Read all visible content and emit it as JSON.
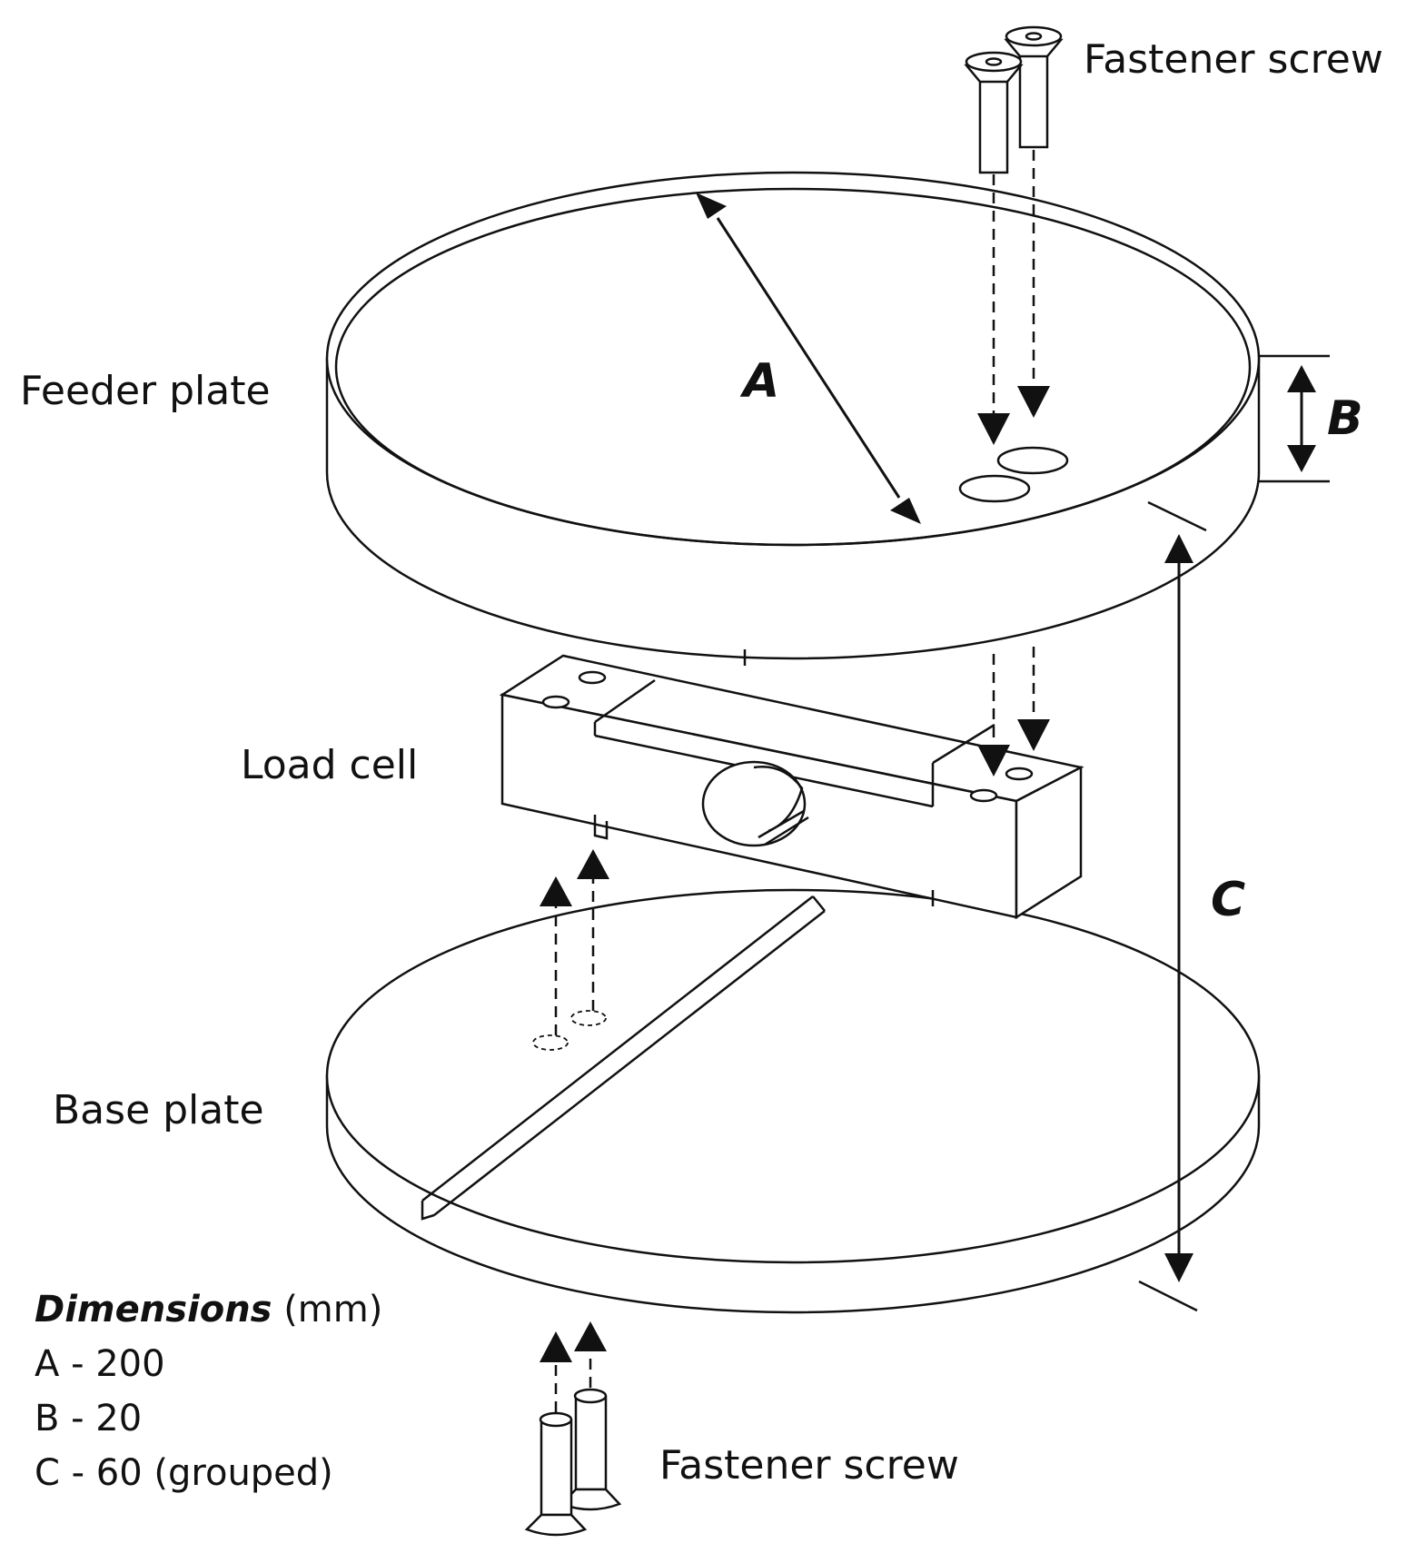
{
  "labels": {
    "fastener_top": "Fastener screw",
    "feeder_plate": "Feeder plate",
    "load_cell": "Load cell",
    "base_plate": "Base plate",
    "fastener_bottom": "Fastener screw"
  },
  "dimension_letters": {
    "a": "A",
    "b": "B",
    "c": "C"
  },
  "legend": {
    "title": "Dimensions",
    "unit": " (mm)",
    "items": [
      "A - 200",
      "B - 20",
      "C - 60 (grouped)"
    ]
  },
  "colors": {
    "line": "#111111",
    "background": "#ffffff"
  }
}
